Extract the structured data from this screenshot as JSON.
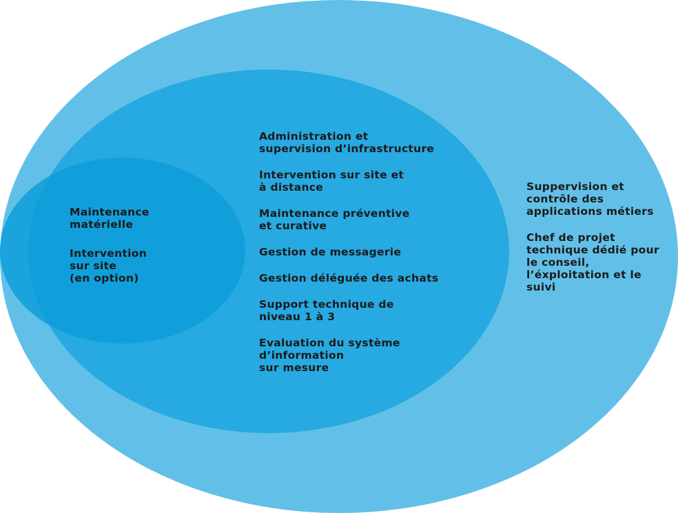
{
  "colors": {
    "outer": "#62c0e8",
    "middle": "#27a9e1",
    "inner": "#0e9ed9",
    "text": "#1a1a1a"
  },
  "circles": {
    "inner": {
      "items": [
        "Maintenance\nmatérielle",
        "Intervention\nsur site\n(en option)"
      ]
    },
    "middle": {
      "items": [
        "Administration et\nsupervision d’infrastructure",
        "Intervention sur site et\nà distance",
        "Maintenance préventive\net curative",
        "Gestion de messagerie",
        "Gestion déléguée des achats",
        "Support technique de\nniveau 1 à 3",
        "Evaluation du système\nd’information\nsur mesure"
      ]
    },
    "outer": {
      "items": [
        "Suppervision et\ncontrôle des\napplications métiers",
        "Chef de projet\ntechnique dédié pour\nle conseil,\nl’éxploitation et le\nsuivi"
      ]
    }
  }
}
